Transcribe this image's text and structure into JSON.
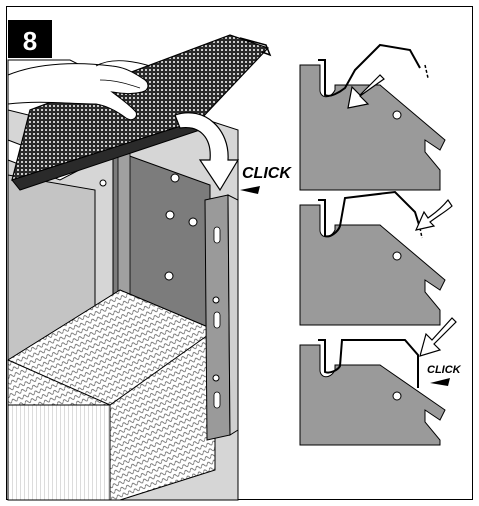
{
  "step": {
    "number": "8"
  },
  "labels": {
    "main_click": "CLICK",
    "detail_click": "CLICK"
  },
  "colors": {
    "frame": "#000000",
    "badge_bg": "#000000",
    "badge_text": "#ffffff",
    "panel_gray": "#9a9a9a",
    "panel_dark": "#6f6f6f",
    "panel_light": "#c8c8c8",
    "filter_white": "#ffffff",
    "mesh": "#3a3a3a"
  }
}
